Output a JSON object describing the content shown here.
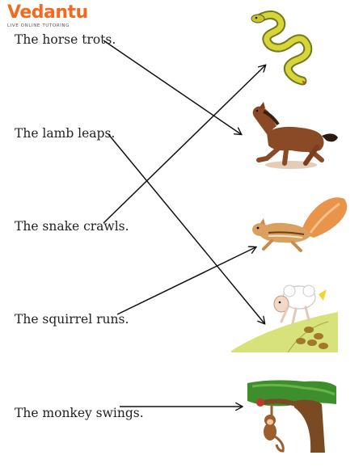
{
  "logo": {
    "brand": "Vedantu",
    "tagline": "LIVE ONLINE TUTORING",
    "color": "#f26a21"
  },
  "sentences": [
    {
      "text": "The horse trots."
    },
    {
      "text": "The lamb leaps."
    },
    {
      "text": "The snake crawls."
    },
    {
      "text": "The squirrel runs."
    },
    {
      "text": "The monkey swings."
    }
  ],
  "pictures": [
    {
      "icon": "snake-icon"
    },
    {
      "icon": "horse-icon"
    },
    {
      "icon": "squirrel-icon"
    },
    {
      "icon": "lamb-icon"
    },
    {
      "icon": "monkey-icon"
    }
  ],
  "matches": [
    {
      "sentence": "The horse trots.",
      "picture": "horse-icon"
    },
    {
      "sentence": "The lamb leaps.",
      "picture": "lamb-icon"
    },
    {
      "sentence": "The snake crawls.",
      "picture": "snake-icon"
    },
    {
      "sentence": "The squirrel runs.",
      "picture": "squirrel-icon"
    },
    {
      "sentence": "The monkey swings.",
      "picture": "monkey-icon"
    }
  ]
}
